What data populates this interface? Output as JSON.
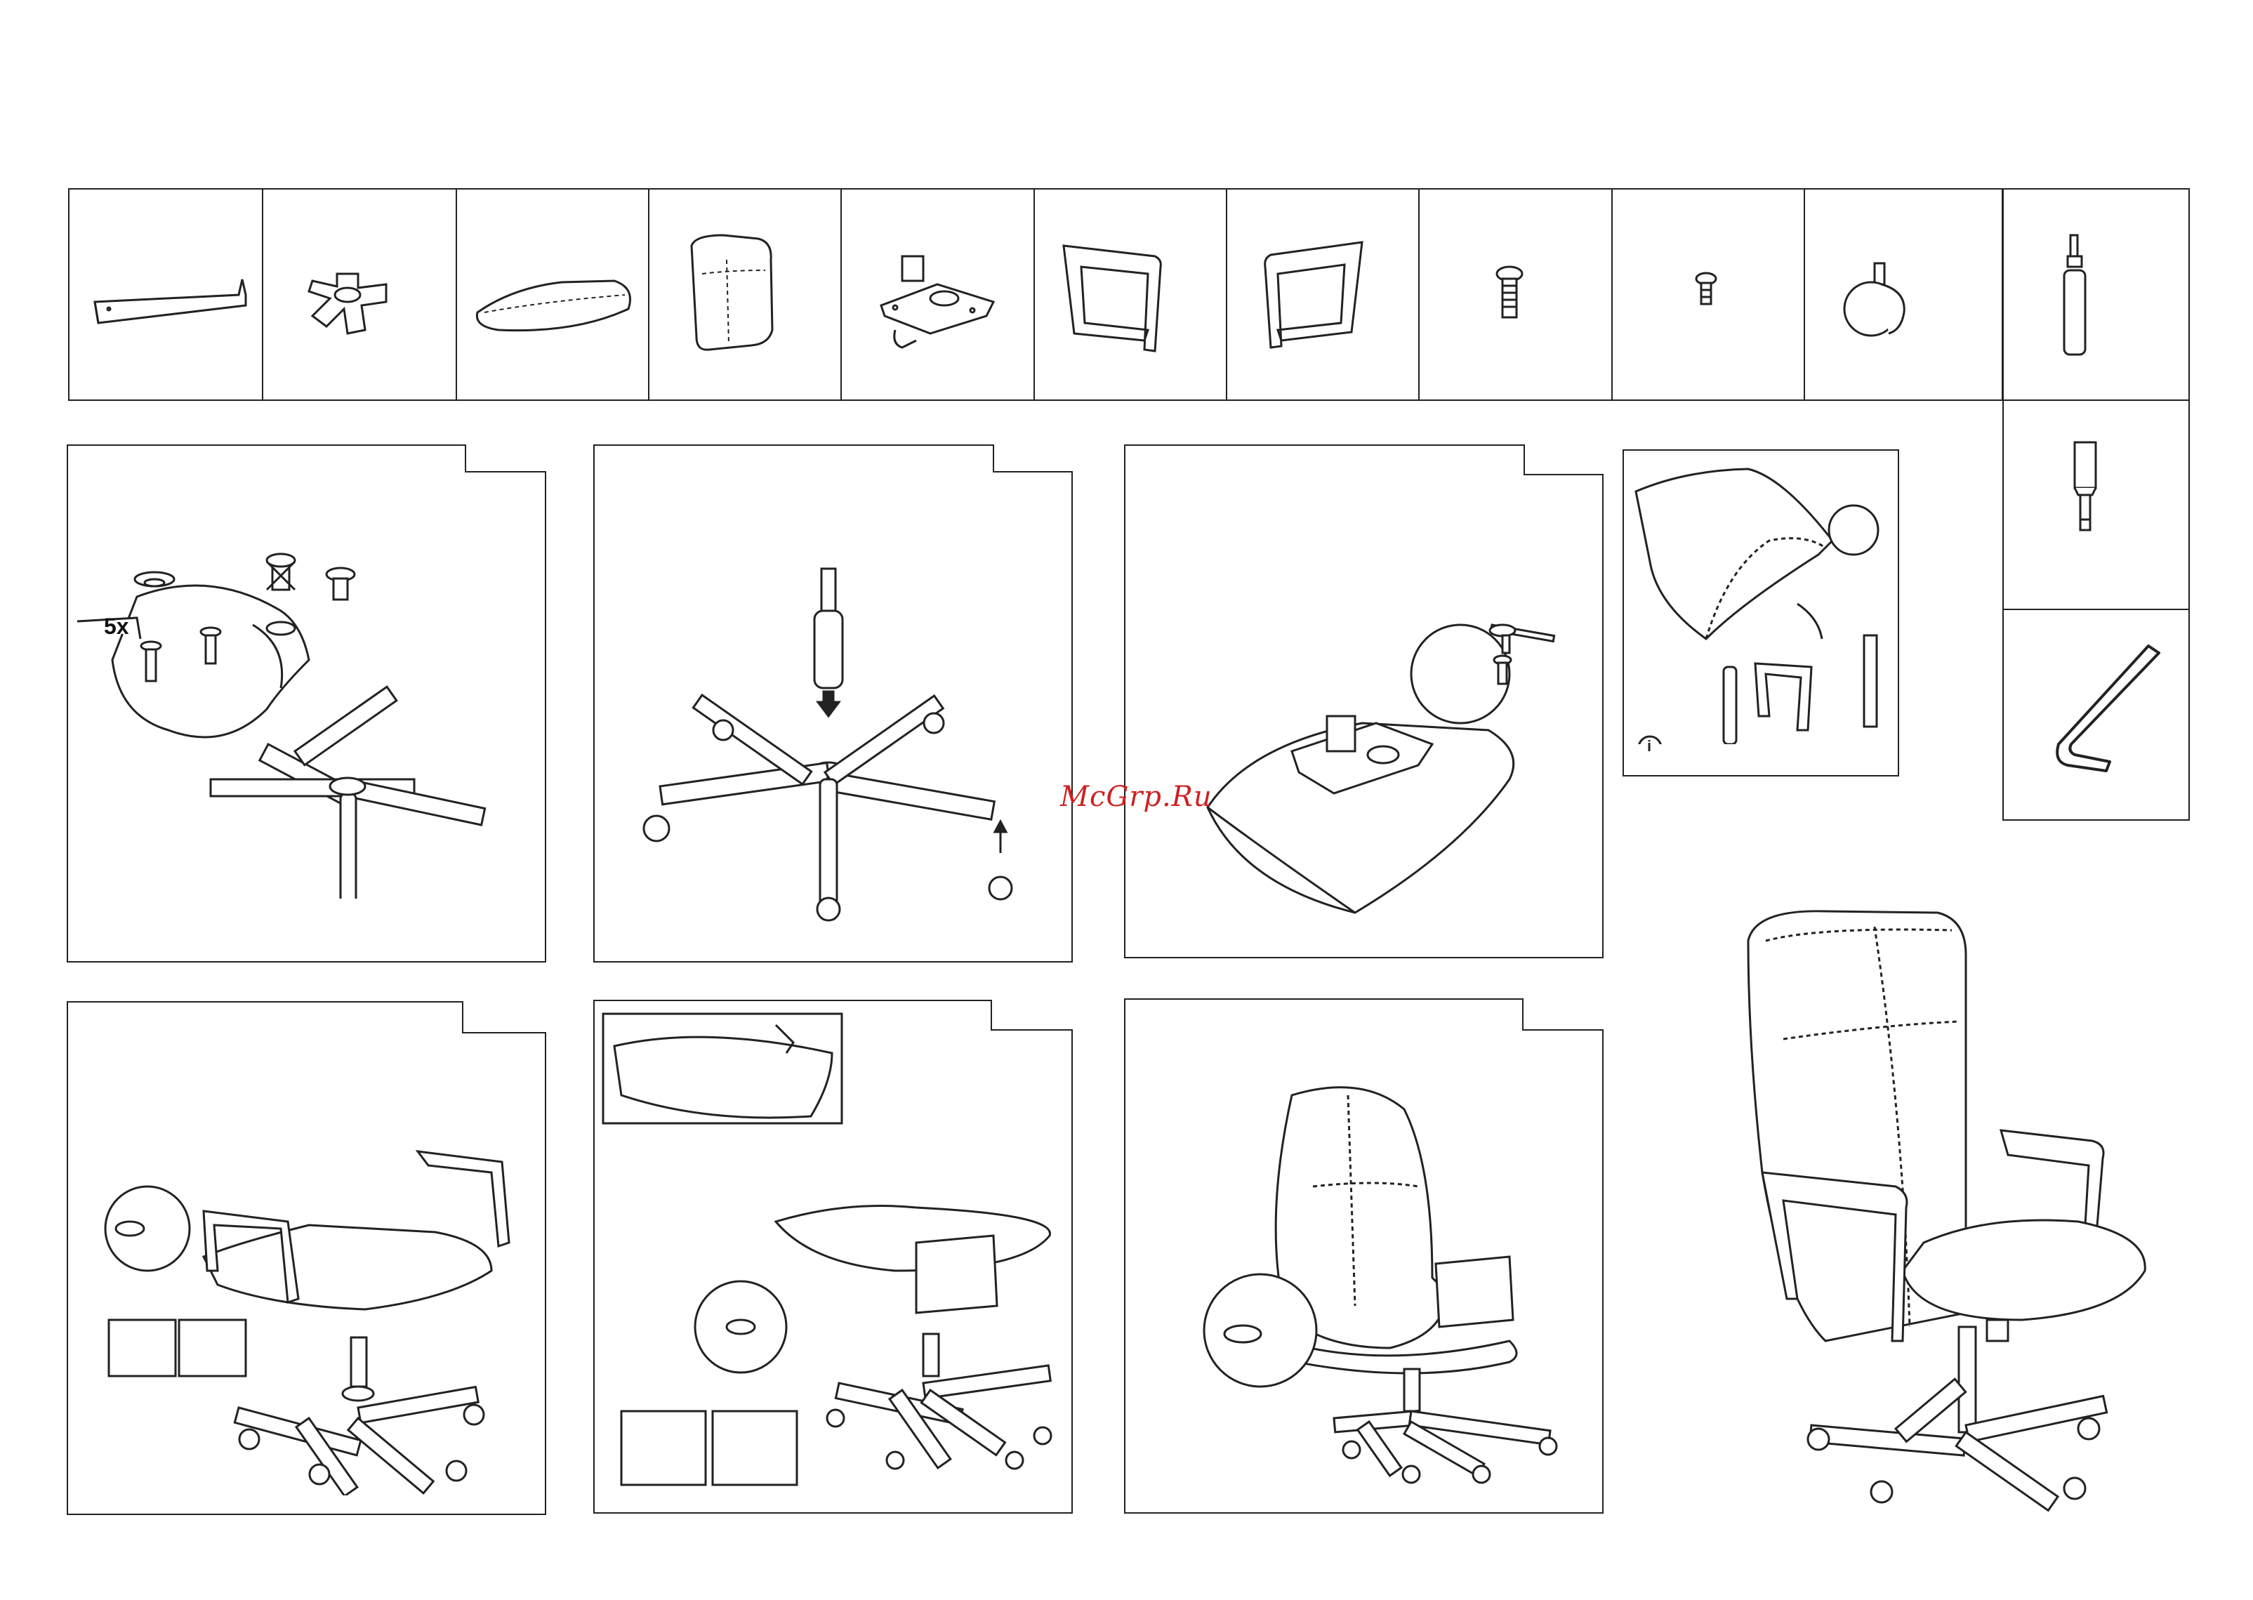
{
  "watermark": "McGrp.Ru",
  "step1": {
    "quantity_label": "5x"
  },
  "info_icon": "i",
  "parts": [
    {
      "name": "base-leg-part"
    },
    {
      "name": "base-hub-part"
    },
    {
      "name": "seat-part"
    },
    {
      "name": "backrest-part"
    },
    {
      "name": "tilt-mechanism-part"
    },
    {
      "name": "armrest-left-part"
    },
    {
      "name": "armrest-right-part"
    },
    {
      "name": "bolt-large-part"
    },
    {
      "name": "bolt-small-part"
    },
    {
      "name": "caster-part"
    },
    {
      "name": "gas-cylinder-part"
    }
  ],
  "tools": [
    "hex-bit-tool",
    "allen-key-tool"
  ],
  "colors": {
    "line": "#222222",
    "watermark": "#cc2222"
  }
}
